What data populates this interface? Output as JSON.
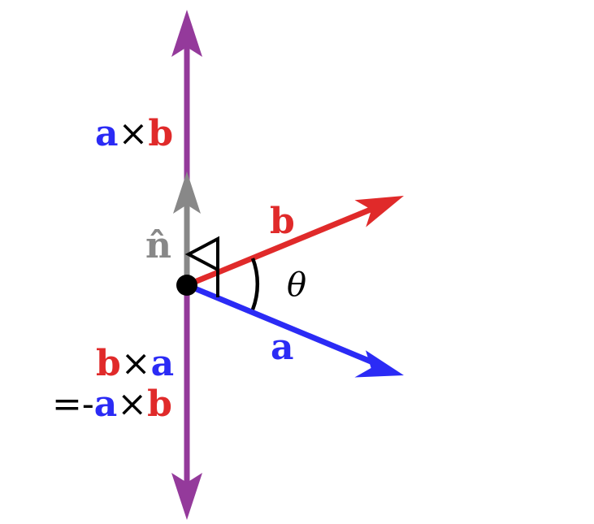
{
  "colors": {
    "a": "#2b2bf5",
    "b": "#e02a2a",
    "axb": "#943a9b",
    "n": "#888888",
    "ink": "#000000",
    "background": "#ffffff"
  },
  "labels": {
    "axb": {
      "a": "a",
      "times": "×",
      "b": "b"
    },
    "n_hat": "n̂",
    "vector_b": "b",
    "theta": "θ",
    "vector_a": "a",
    "bxa": {
      "b": "b",
      "times": "×",
      "a": "a"
    },
    "neg_axb": {
      "eq": "=-",
      "a": "a",
      "times": "×",
      "b": "b"
    }
  }
}
